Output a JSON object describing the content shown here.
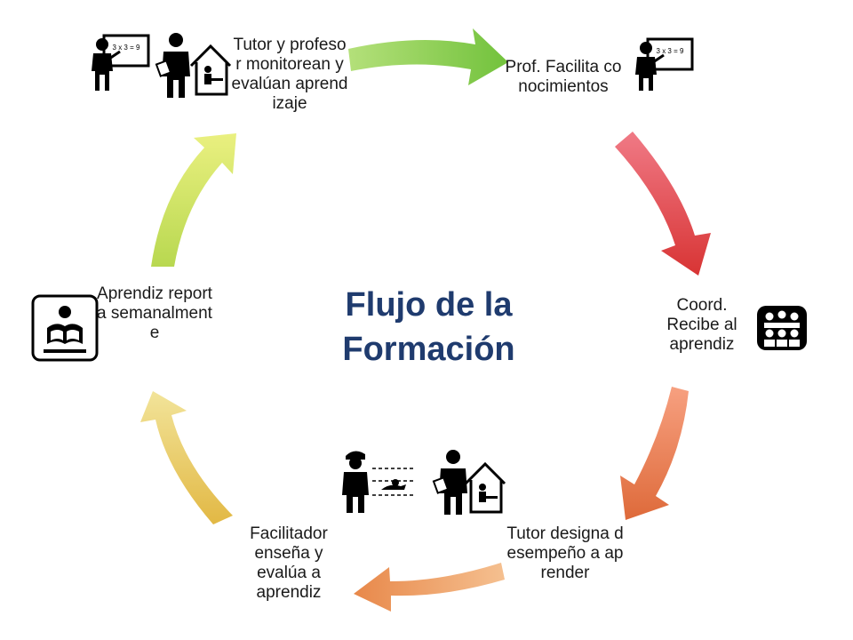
{
  "title_lines": [
    "Flujo de la",
    "Formación"
  ],
  "steps": [
    {
      "id": "monitor",
      "label": "Tutor y profesor monitorean y evalúan aprendizaje"
    },
    {
      "id": "prof",
      "label": "Prof. Facilita conocimientos"
    },
    {
      "id": "coord",
      "label": "Coord. Recibe al aprendiz"
    },
    {
      "id": "tutor",
      "label": "Tutor designa desempeño a aprender"
    },
    {
      "id": "facil",
      "label": "Facilitador enseña y evalúa a aprendiz"
    },
    {
      "id": "reporta",
      "label": "Aprendiz reporta semanalmente"
    }
  ],
  "board_text": "3 x 3 = 9",
  "colors": {
    "title": "#1f3b6e",
    "arrow_top": "#8fd14f",
    "arrow_right_upper": "#e0404a",
    "arrow_right_lower": "#e5764a",
    "arrow_bottom": "#f0a060",
    "arrow_left_lower": "#e8c040",
    "arrow_left_upper": "#c8d850",
    "icon": "#000000"
  },
  "icons": [
    "teacher-board-icon",
    "tutor-clipboard-icon",
    "house-desk-icon",
    "group-meeting-icon",
    "coach-swimmer-icon",
    "student-reading-icon"
  ]
}
